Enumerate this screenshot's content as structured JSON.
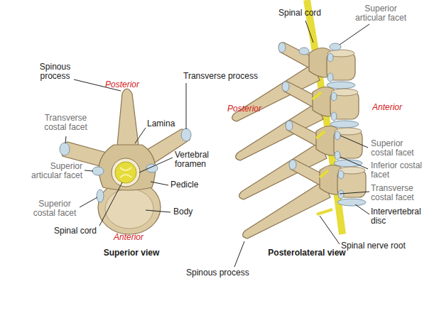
{
  "diagram": {
    "labels": [
      "Spinous process",
      "Posterior",
      "Transverse costal facet",
      "Lamina",
      "Transverse process",
      "Vertebral foramen",
      "Superior articular facet",
      "Pedicle",
      "Body",
      "Superior costal facet",
      "Spinal cord",
      "Anterior",
      "Superior view",
      "Spinal cord",
      "Superior articular facet",
      "Posterior",
      "Anterior",
      "Superior costal facet",
      "Inferior costal facet",
      "Transverse costal facet",
      "Intervertebral disc",
      "Spinal nerve root",
      "Spinous process",
      "Posterolateral view"
    ]
  }
}
